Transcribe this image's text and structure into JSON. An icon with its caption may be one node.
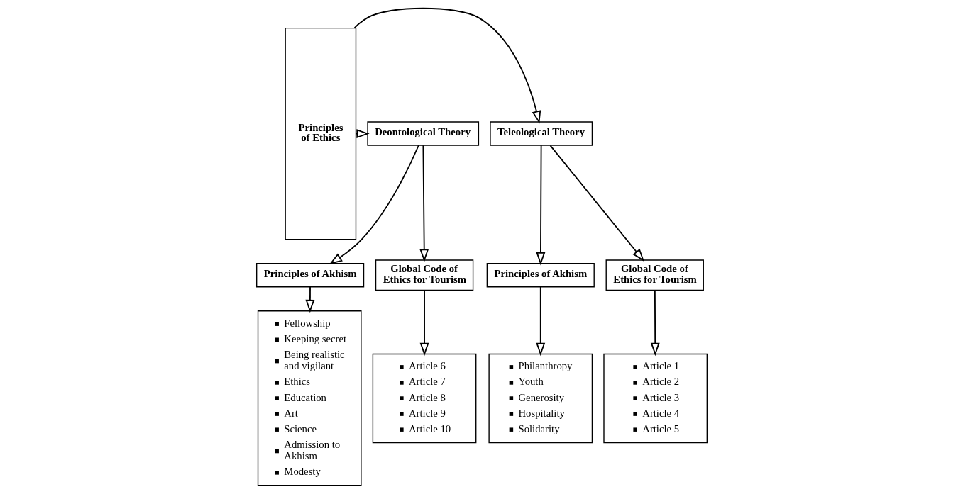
{
  "diagram": {
    "nodes": [
      {
        "text": [
          "Principles of Ethics"
        ]
      },
      {
        "text": [
          "Teleological Theory"
        ]
      },
      {
        "text": [
          "Deontological Theory"
        ]
      },
      {
        "text": [
          "Principles of Akhism"
        ]
      },
      {
        "text": [
          "Global Code of Ethics for Tourism"
        ]
      },
      {
        "text": [
          "Philanthropy",
          "Youth",
          "Generosity",
          "Hospitality",
          "Solidarity"
        ]
      },
      {
        "text": [
          "Article 1",
          "Article 2",
          "Article 3",
          "Article 4",
          "Article 5"
        ]
      },
      {
        "text": [
          "Principles of Akhism"
        ]
      },
      {
        "text": [
          "Global Code of Ethics for Tourism"
        ]
      },
      {
        "text": [
          "Fellowship",
          "Keeping secret",
          "Being realistic and vigilant",
          "Ethics",
          "Education",
          "Art",
          "Science",
          "Admission to Akhism",
          "Modesty"
        ]
      },
      {
        "text": [
          "Article 6",
          "Article 7",
          "Article 8",
          "Article 9",
          "Article 10"
        ]
      }
    ],
    "edges": [
      {
        "from": 0,
        "to": 1,
        "arrow": "to"
      },
      {
        "from": 0,
        "to": 2,
        "arrow": "to"
      },
      {
        "from": 1,
        "to": 3,
        "arrow": "to"
      },
      {
        "from": 1,
        "to": 4,
        "arrow": "to"
      },
      {
        "from": 2,
        "to": 7,
        "arrow": "to"
      },
      {
        "from": 2,
        "to": 8,
        "arrow": "to"
      },
      {
        "from": 3,
        "to": 5,
        "arrow": "to"
      },
      {
        "from": 4,
        "to": 6,
        "arrow": "to"
      },
      {
        "from": 7,
        "to": 9,
        "arrow": "to"
      },
      {
        "from": 8,
        "to": 10,
        "arrow": "to"
      }
    ]
  }
}
